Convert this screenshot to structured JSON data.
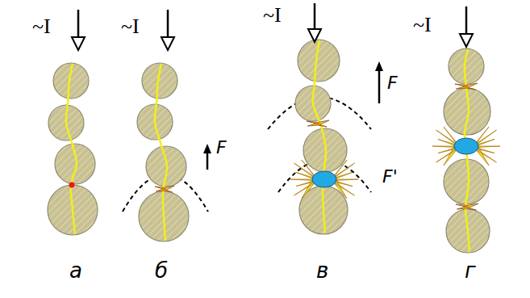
{
  "diagram": {
    "labels": [
      "~I",
      "~I",
      "~I",
      "~I",
      "F",
      "F",
      "F'",
      "а",
      "б",
      "в",
      "г"
    ]
  }
}
